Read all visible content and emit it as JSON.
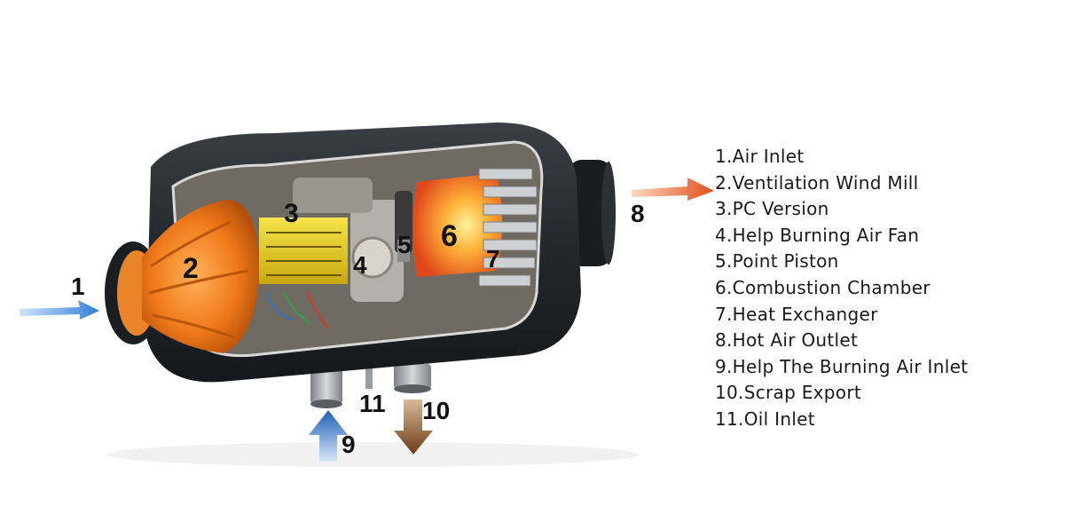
{
  "callouts": [
    "1",
    "2",
    "3",
    "4",
    "5",
    "6",
    "7",
    "8",
    "9",
    "10",
    "11"
  ],
  "legend": [
    "1.Air Inlet",
    "2.Ventilation Wind Mill",
    "3.PC Version",
    "4.Help Burning Air Fan",
    "5.Point Piston",
    "6.Combustion Chamber",
    "7.Heat Exchanger",
    "8.Hot Air Outlet",
    "9.Help The Burning Air Inlet",
    "10.Scrap Export",
    "11.Oil Inlet"
  ],
  "colors": {
    "housing": "#2b2f33",
    "fan": "#f07a1a",
    "pcb": "#e8d21c",
    "flame": "#ff8a1c",
    "cold_air": "#3f8fe0",
    "hot_air": "#e8641e",
    "exhaust": "#7a4a26"
  }
}
